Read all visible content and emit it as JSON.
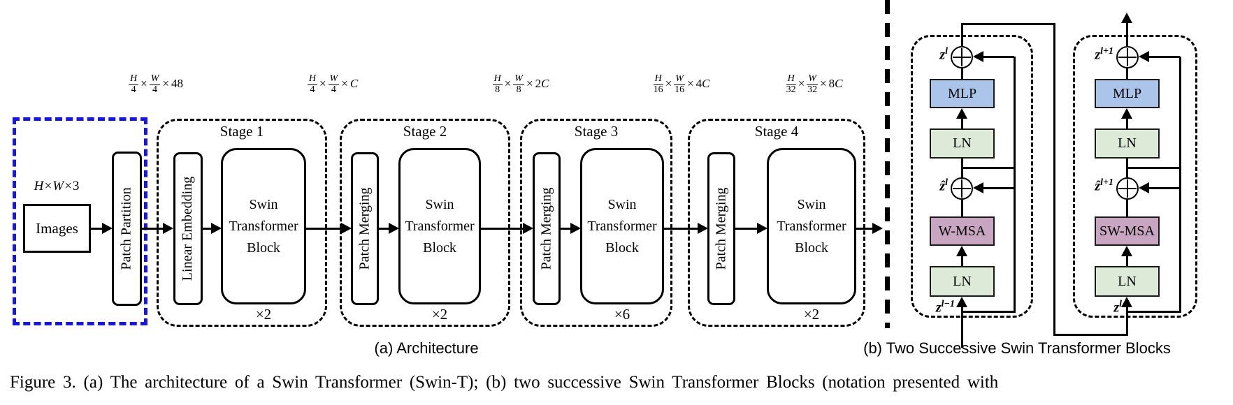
{
  "colors": {
    "blue_dash": "#1616e0",
    "mlp": "#abc4ea",
    "ln": "#dcead7",
    "msa": "#c8a5c1"
  },
  "part_a": {
    "caption": "(a) Architecture",
    "input_label": {
      "h": "H",
      "times1": "×",
      "w": "W",
      "times2": "×",
      "depth": "3"
    },
    "images_box": "Images",
    "patch_partition": "Patch Partition",
    "dims": [
      {
        "f1_num": "H",
        "f1_den": "4",
        "times1": "×",
        "f2_num": "W",
        "f2_den": "4",
        "times2": "×",
        "scalar": "48",
        "var": ""
      },
      {
        "f1_num": "H",
        "f1_den": "4",
        "times1": "×",
        "f2_num": "W",
        "f2_den": "4",
        "times2": "×",
        "scalar": "",
        "var": "C"
      },
      {
        "f1_num": "H",
        "f1_den": "8",
        "times1": "×",
        "f2_num": "W",
        "f2_den": "8",
        "times2": "×",
        "scalar": "2",
        "var": "C"
      },
      {
        "f1_num": "H",
        "f1_den": "16",
        "times1": "×",
        "f2_num": "W",
        "f2_den": "16",
        "times2": "×",
        "scalar": "4",
        "var": "C"
      },
      {
        "f1_num": "H",
        "f1_den": "32",
        "times1": "×",
        "f2_num": "W",
        "f2_den": "32",
        "times2": "×",
        "scalar": "8",
        "var": "C"
      }
    ],
    "stages": [
      {
        "title": "Stage 1",
        "vbox": "Linear Embedding",
        "block": "Swin Transformer Block",
        "mult": "×2"
      },
      {
        "title": "Stage 2",
        "vbox": "Patch Merging",
        "block": "Swin Transformer Block",
        "mult": "×2"
      },
      {
        "title": "Stage 3",
        "vbox": "Patch Merging",
        "block": "Swin Transformer Block",
        "mult": "×6"
      },
      {
        "title": "Stage 4",
        "vbox": "Patch Merging",
        "block": "Swin Transformer Block",
        "mult": "×2"
      }
    ]
  },
  "part_b": {
    "caption": "(b) Two Successive Swin Transformer Blocks",
    "blocks": [
      {
        "mlp": "MLP",
        "ln_top": "LN",
        "msa": "W-MSA",
        "ln_bottom": "LN",
        "out_base": "z",
        "out_sup": "l",
        "mid_base": "ẑ",
        "mid_sup": "l",
        "in_base": "z",
        "in_sup": "l−1"
      },
      {
        "mlp": "MLP",
        "ln_top": "LN",
        "msa": "SW-MSA",
        "ln_bottom": "LN",
        "out_base": "z",
        "out_sup": "l+1",
        "mid_base": "ẑ",
        "mid_sup": "l+1",
        "in_base": "z",
        "in_sup": "l"
      }
    ]
  },
  "figure_caption": "Figure 3. (a) The architecture of a Swin Transformer (Swin-T); (b) two successive Swin Transformer Blocks (notation presented with"
}
